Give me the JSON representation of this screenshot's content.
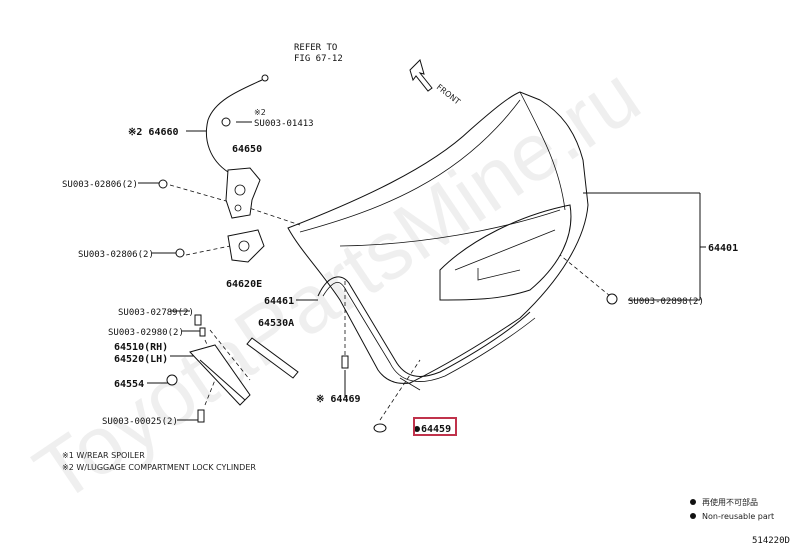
{
  "labels": {
    "refer_1": "REFER TO",
    "refer_2": "FIG 67-12",
    "front": "FRONT",
    "mark2": "※2",
    "su_01413": "SU003-01413",
    "p64660": "※2  64660",
    "p64650": "64650",
    "su_02806a": "SU003-02806(2)",
    "su_02806b": "SU003-02806(2)",
    "p64620e": "64620E",
    "p64401": "64401",
    "p64461": "64461",
    "su_02898": "SU003-02898(2)",
    "su_02789": "SU003-02789(2)",
    "su_02980": "SU003-02980(2)",
    "p64530a": "64530A",
    "p64510": "64510(RH)",
    "p64520": "64520(LH)",
    "p64554": "64554",
    "p64469": "※ 64469",
    "su_00025": "SU003-00025(2)",
    "p64459": "64459"
  },
  "footnotes": {
    "n1": "※1 W/REAR SPOILER",
    "n2": "※2 W/LUGGAGE COMPARTMENT LOCK CYLINDER"
  },
  "legend": {
    "jp": "再使用不可部品",
    "en": "Non-reusable part"
  },
  "figure_code": "514220D",
  "watermark": "ToyotaPartsMine.ru",
  "colors": {
    "highlight": "#c0324b",
    "line": "#111111"
  }
}
